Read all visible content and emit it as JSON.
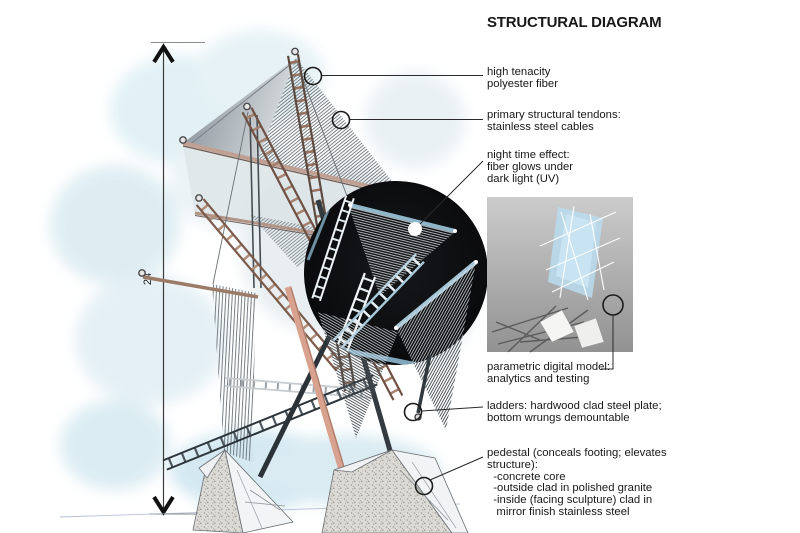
{
  "title": "STRUCTURAL DIAGRAM",
  "dimension": {
    "label": "24'"
  },
  "annotations": {
    "fiber": "high tenacity\npolyester fiber",
    "tendons": "primary structural tendons:\nstainless steel cables",
    "night": "night time effect:\nfiber glows under\ndark light (UV)",
    "model": "parametric digital model:\nanalytics and testing",
    "ladders": "ladders: hardwood clad steel plate;\nbottom wrungs demountable",
    "pedestal": "pedestal (conceals footing; elevates\nstructure):\n  -concrete core\n  -outside clad in polished granite\n  -inside (facing sculpture) clad in\n   mirror finish stainless steel"
  },
  "colors": {
    "ink": "#181818",
    "night_circle": "#0a0a0c",
    "copper": "#6f5144",
    "steel_blue": "#8fb6c8",
    "granite": "#dbdad5",
    "wash_blue": "#dceef2"
  }
}
